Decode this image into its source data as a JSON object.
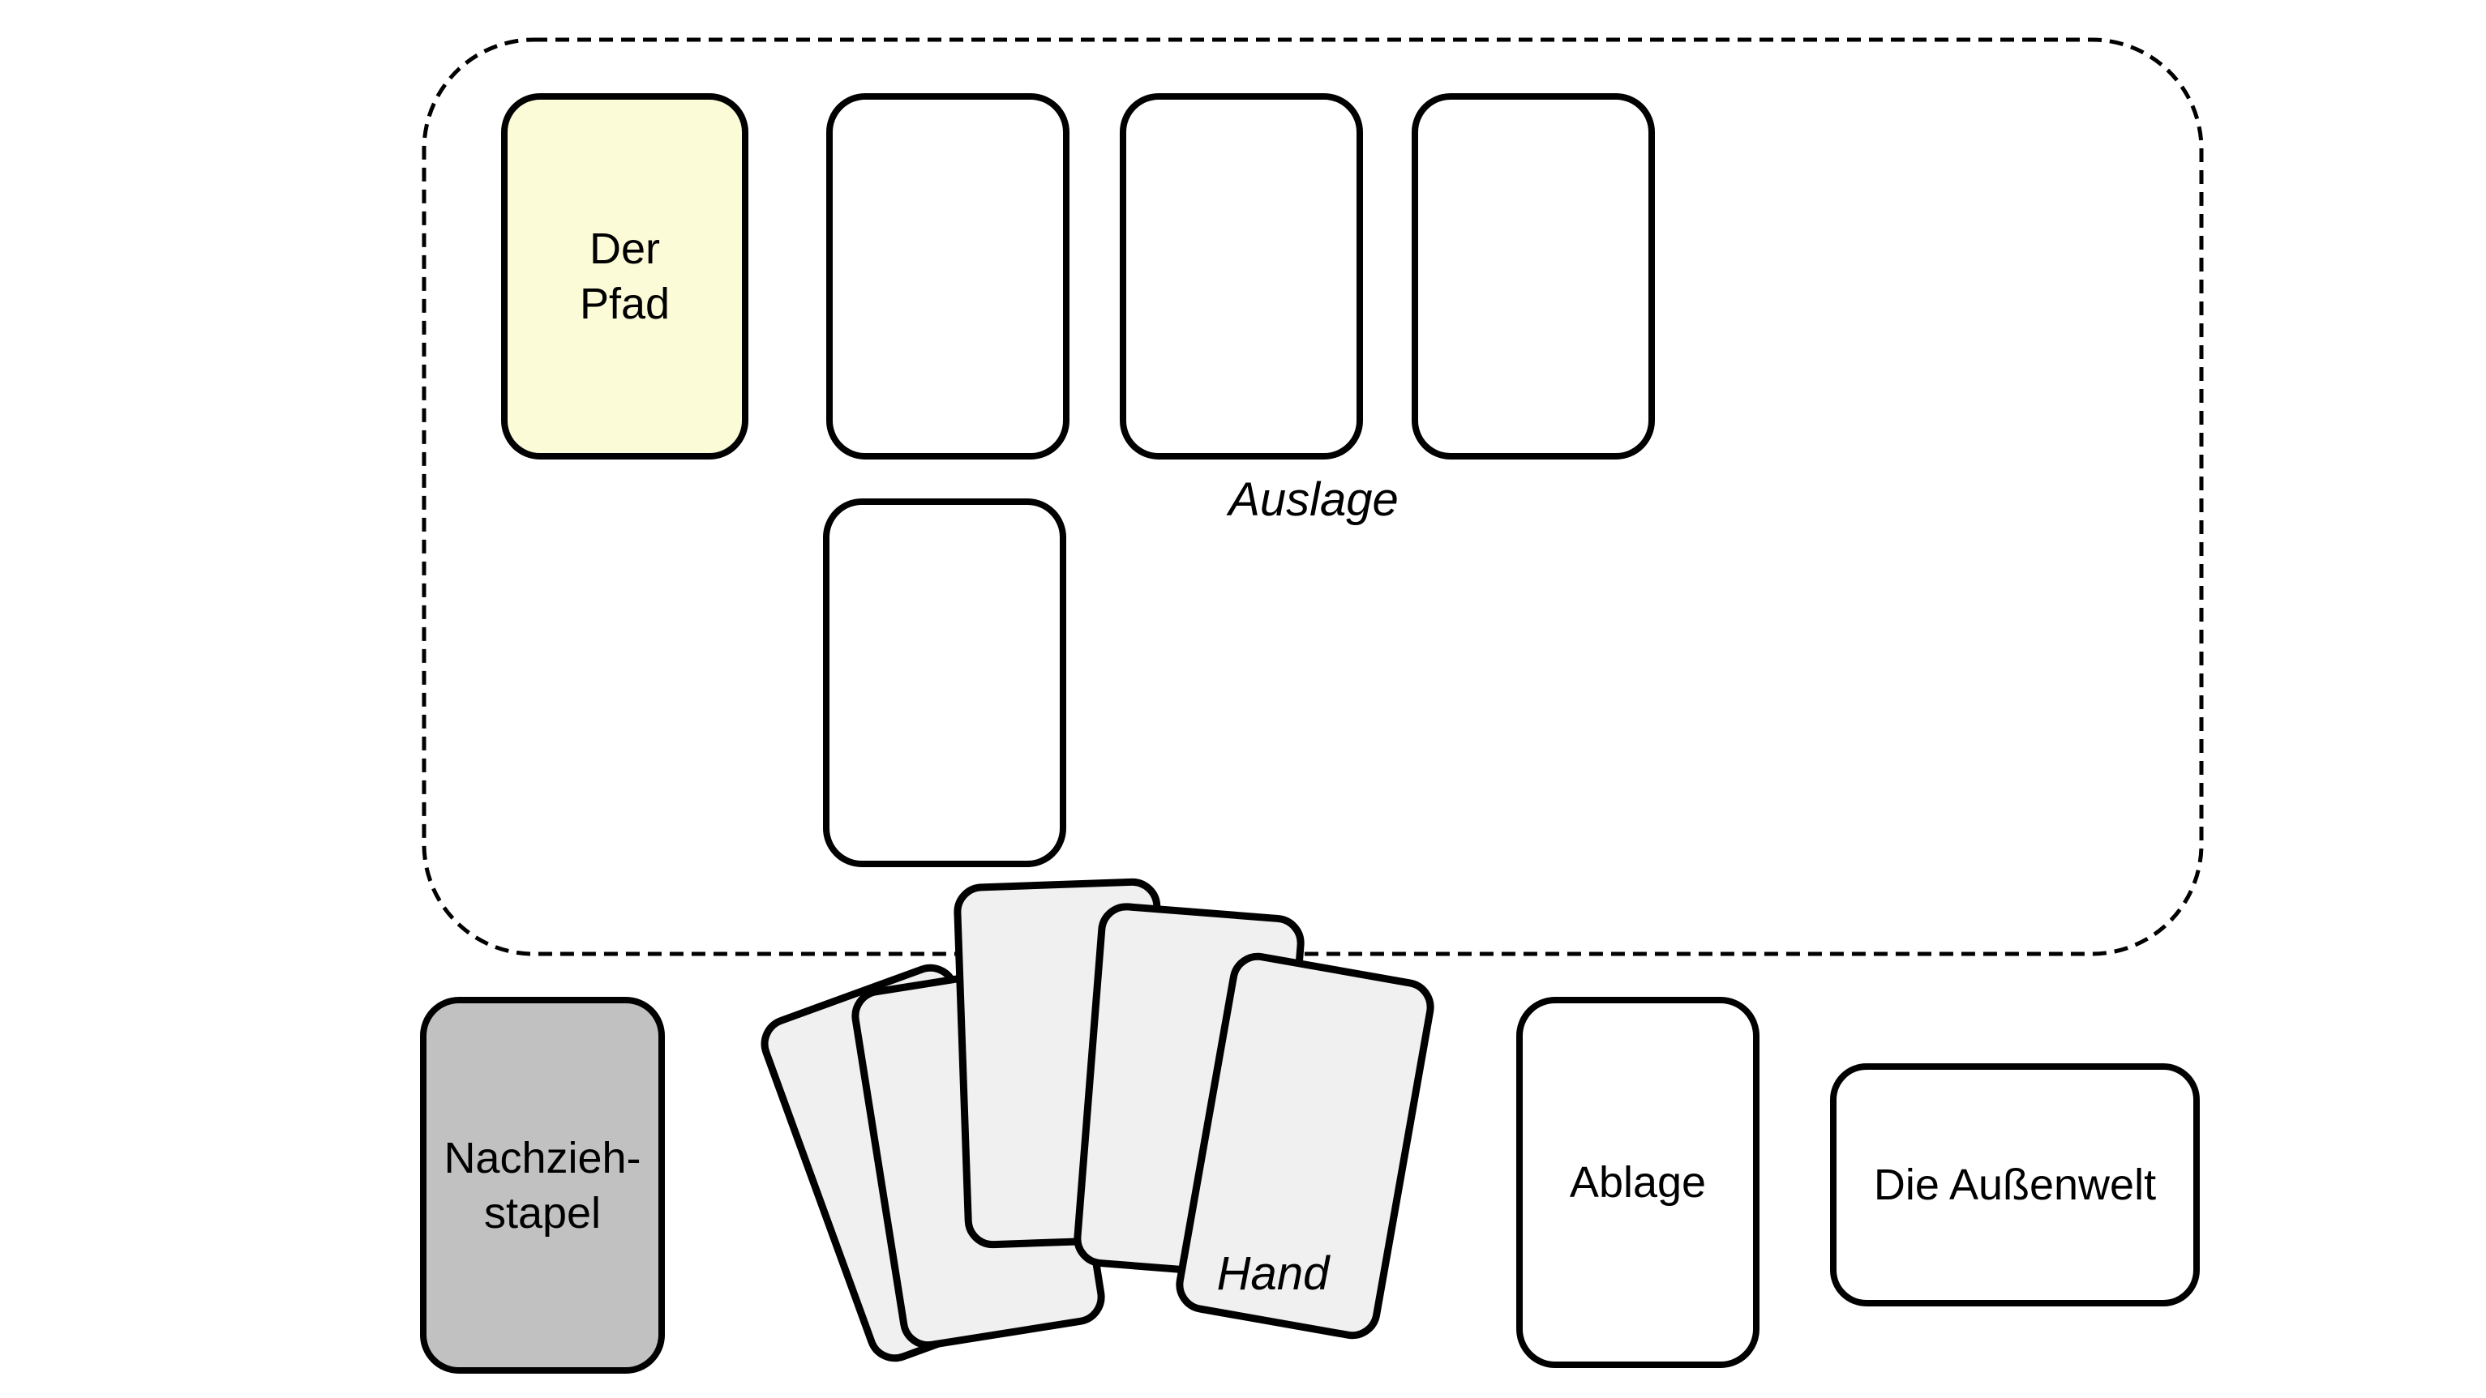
{
  "colors": {
    "background": "#FFFFFF",
    "outline": "#000000",
    "text": "#000000",
    "pfad_fill": "#FBFBD7",
    "slot_fill": "#FFFFFF",
    "draw_pile_fill": "#C1C1C1",
    "hand_card_fill": "#F0F0F0"
  },
  "auslage_zone": {
    "label": "Auslage",
    "pfad_card": {
      "lines": [
        "Der",
        "Pfad"
      ]
    },
    "empty_slot_count_row1": 3,
    "empty_slot_count_row2": 1
  },
  "bottom_row": {
    "draw_pile": {
      "lines": [
        "Nachzieh-",
        "stapel"
      ]
    },
    "hand": {
      "label": "Hand",
      "card_count": 5
    },
    "discard": {
      "label": "Ablage"
    },
    "outside_world": {
      "label": "Die Außenwelt"
    }
  }
}
